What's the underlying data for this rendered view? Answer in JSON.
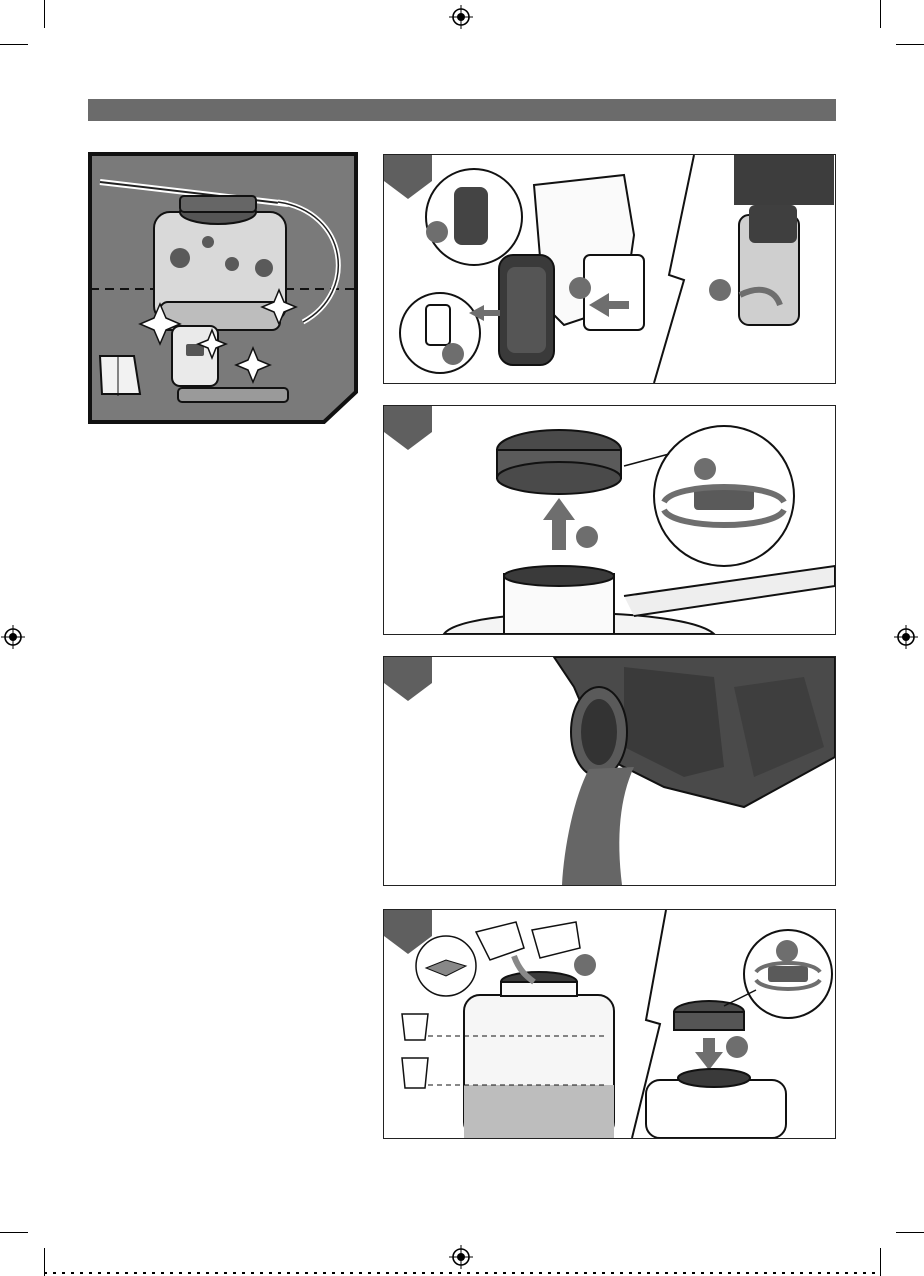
{
  "page": {
    "background": "#ffffff",
    "header_bar_color": "#6b6b6b",
    "accent_gray": "#6e6e6e"
  },
  "figures": [
    {
      "id": "fig-cleaning",
      "icons": [
        "sprayer-icon",
        "cloth-icon",
        "sparkle-icon",
        "stain-icon"
      ]
    },
    {
      "id": "fig-step-1",
      "icons": [
        "battery-icon",
        "arrow-icon",
        "clip-icon"
      ]
    },
    {
      "id": "fig-step-2",
      "icons": [
        "tank-cap-icon",
        "rotate-arrow-icon",
        "arrow-up-icon"
      ]
    },
    {
      "id": "fig-step-3",
      "icons": [
        "tank-icon",
        "pour-liquid-icon"
      ]
    },
    {
      "id": "fig-step-4",
      "icons": [
        "measuring-cup-icon",
        "pour-cup-icon",
        "tank-cap-icon",
        "arrow-down-icon"
      ]
    }
  ]
}
